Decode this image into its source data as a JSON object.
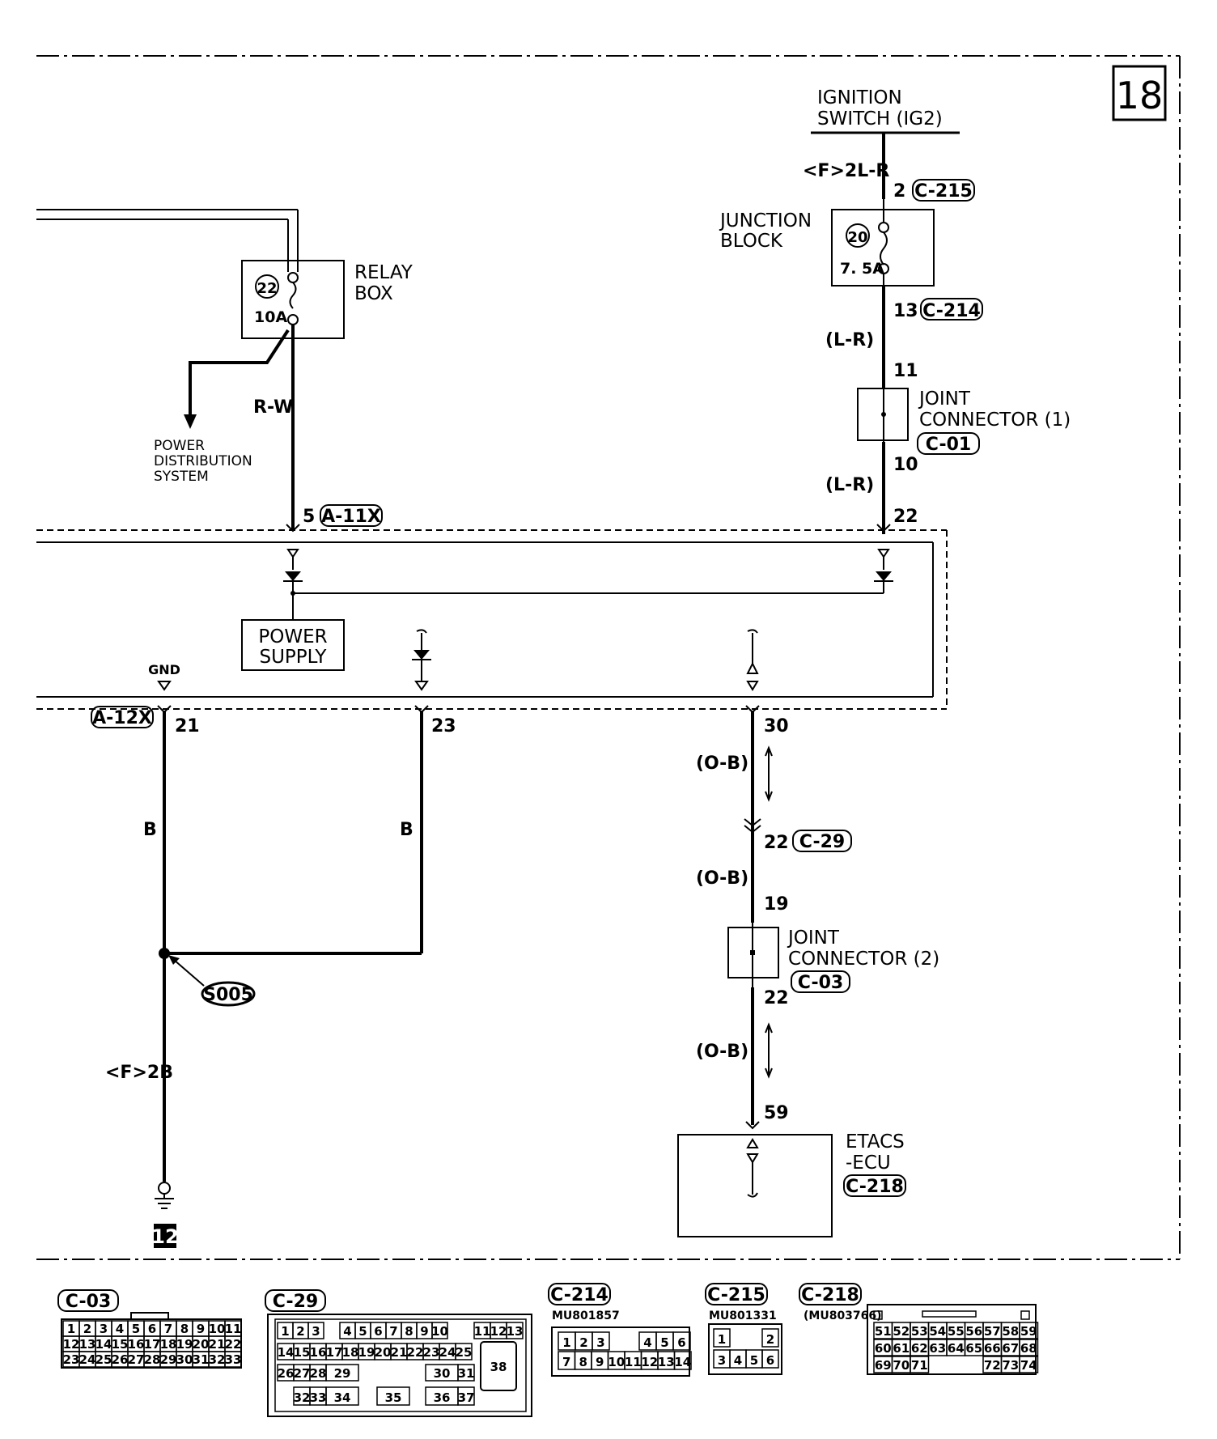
{
  "page_number": "18",
  "ignition_switch": {
    "line1": "IGNITION",
    "line2": "SWITCH (IG2)"
  },
  "wires": {
    "ig_feed": "<F>2L-R",
    "relay_out": "R-W",
    "lr_upper": "(L-R)",
    "lr_lower": "(L-R)",
    "gnd_left": "B",
    "gnd_right": "B",
    "gnd_main": "<F>2B",
    "ob_1": "(O-B)",
    "ob_2": "(O-B)",
    "ob_3": "(O-B)"
  },
  "junction_block": {
    "line1": "JUNCTION",
    "line2": "BLOCK",
    "fuse_no": "20",
    "fuse_rating": "7. 5A"
  },
  "relay_box": {
    "line1": "RELAY",
    "line2": "BOX",
    "fuse_no": "22",
    "fuse_rating": "10A"
  },
  "power_distribution": {
    "line1": "POWER",
    "line2": "DISTRIBUTION",
    "line3": "SYSTEM"
  },
  "joint_connector_1": {
    "line1": "JOINT",
    "line2": "CONNECTOR (1)",
    "code": "C-01"
  },
  "joint_connector_2": {
    "line1": "JOINT",
    "line2": "CONNECTOR (2)",
    "code": "C-03"
  },
  "power_supply": {
    "line1": "POWER",
    "line2": "SUPPLY"
  },
  "gnd_label": "GND",
  "splice": "S005",
  "ground_ref": "12",
  "etacs": {
    "line1": "ETACS",
    "line2": "-ECU",
    "code": "C-218"
  },
  "pins": {
    "c215": "2",
    "c215_code": "C-215",
    "c214": "13",
    "c214_code": "C-214",
    "jc1_in": "11",
    "jc1_out": "10",
    "a11x": "5",
    "a11x_code": "A-11X",
    "ecu_lr": "22",
    "a12x_code": "A-12X",
    "gnd21": "21",
    "gnd23": "23",
    "ob30": "30",
    "c29": "22",
    "c29_code": "C-29",
    "jc2_in": "19",
    "jc2_out": "22",
    "etacs_pin": "59"
  },
  "connector_views": {
    "c03": {
      "code": "C-03",
      "rows": [
        [
          "1",
          "2",
          "3",
          "4",
          "5",
          "6",
          "7",
          "8",
          "9",
          "10",
          "11"
        ],
        [
          "12",
          "13",
          "14",
          "15",
          "16",
          "17",
          "18",
          "19",
          "20",
          "21",
          "22"
        ],
        [
          "23",
          "24",
          "25",
          "26",
          "27",
          "28",
          "29",
          "30",
          "31",
          "32",
          "33"
        ]
      ]
    },
    "c29": {
      "code": "C-29",
      "row1": [
        "1",
        "2",
        "3",
        "4",
        "5",
        "6",
        "7",
        "8",
        "9",
        "10",
        "11",
        "12",
        "13"
      ],
      "row2": [
        "14",
        "15",
        "16",
        "17",
        "18",
        "19",
        "20",
        "21",
        "22",
        "23",
        "24",
        "25"
      ],
      "row3": [
        "26",
        "27",
        "28",
        "29",
        "30",
        "31"
      ],
      "row4": [
        "32",
        "33",
        "34",
        "35",
        "36",
        "37"
      ],
      "big": "38"
    },
    "c214": {
      "code": "C-214",
      "part": "MU801857",
      "row1": [
        "1",
        "2",
        "3",
        "4",
        "5",
        "6"
      ],
      "row2": [
        "7",
        "8",
        "9",
        "10",
        "11",
        "12",
        "13",
        "14"
      ]
    },
    "c215": {
      "code": "C-215",
      "part": "MU801331",
      "row1": [
        "1",
        "2"
      ],
      "row2": [
        "3",
        "4",
        "5",
        "6"
      ]
    },
    "c218": {
      "code": "C-218",
      "part": "(MU803766)",
      "row1": [
        "51",
        "52",
        "53",
        "54",
        "55",
        "56",
        "57",
        "58",
        "59"
      ],
      "row2": [
        "60",
        "61",
        "62",
        "63",
        "64",
        "65",
        "66",
        "67",
        "68"
      ],
      "row3": [
        "69",
        "70",
        "71",
        "72",
        "73",
        "74"
      ]
    }
  }
}
